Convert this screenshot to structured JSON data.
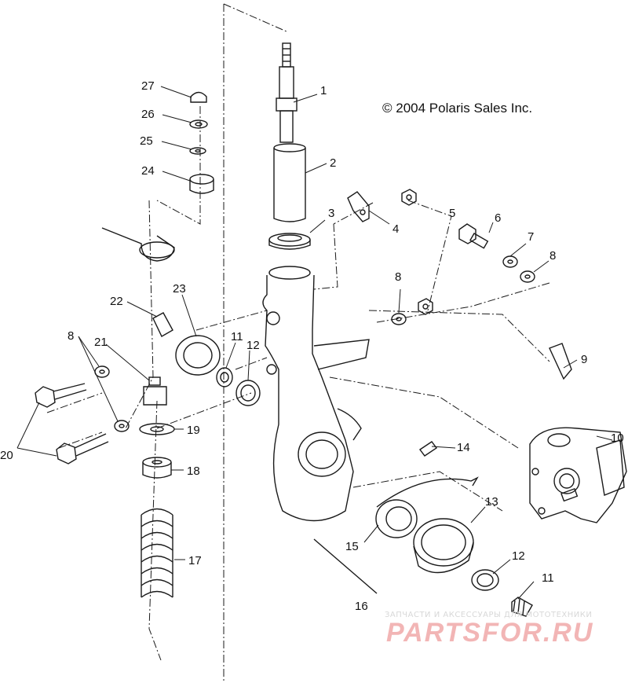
{
  "copyright": "© 2004 Polaris Sales Inc.",
  "watermark": {
    "caption": "ЗАПЧАСТИ И АКСЕССУАРЫ ДЛЯ МОТОТЕХНИКИ",
    "logo": "PARTSFOR.RU",
    "logo_color": "#f2b5b5"
  },
  "callouts": [
    "1",
    "2",
    "3",
    "4",
    "5",
    "6",
    "7",
    "8",
    "8",
    "8",
    "9",
    "10",
    "11",
    "11",
    "12",
    "12",
    "13",
    "14",
    "15",
    "16",
    "17",
    "18",
    "19",
    "20",
    "21",
    "22",
    "23",
    "24",
    "25",
    "26",
    "27"
  ],
  "line_color": "#1a1a1a"
}
